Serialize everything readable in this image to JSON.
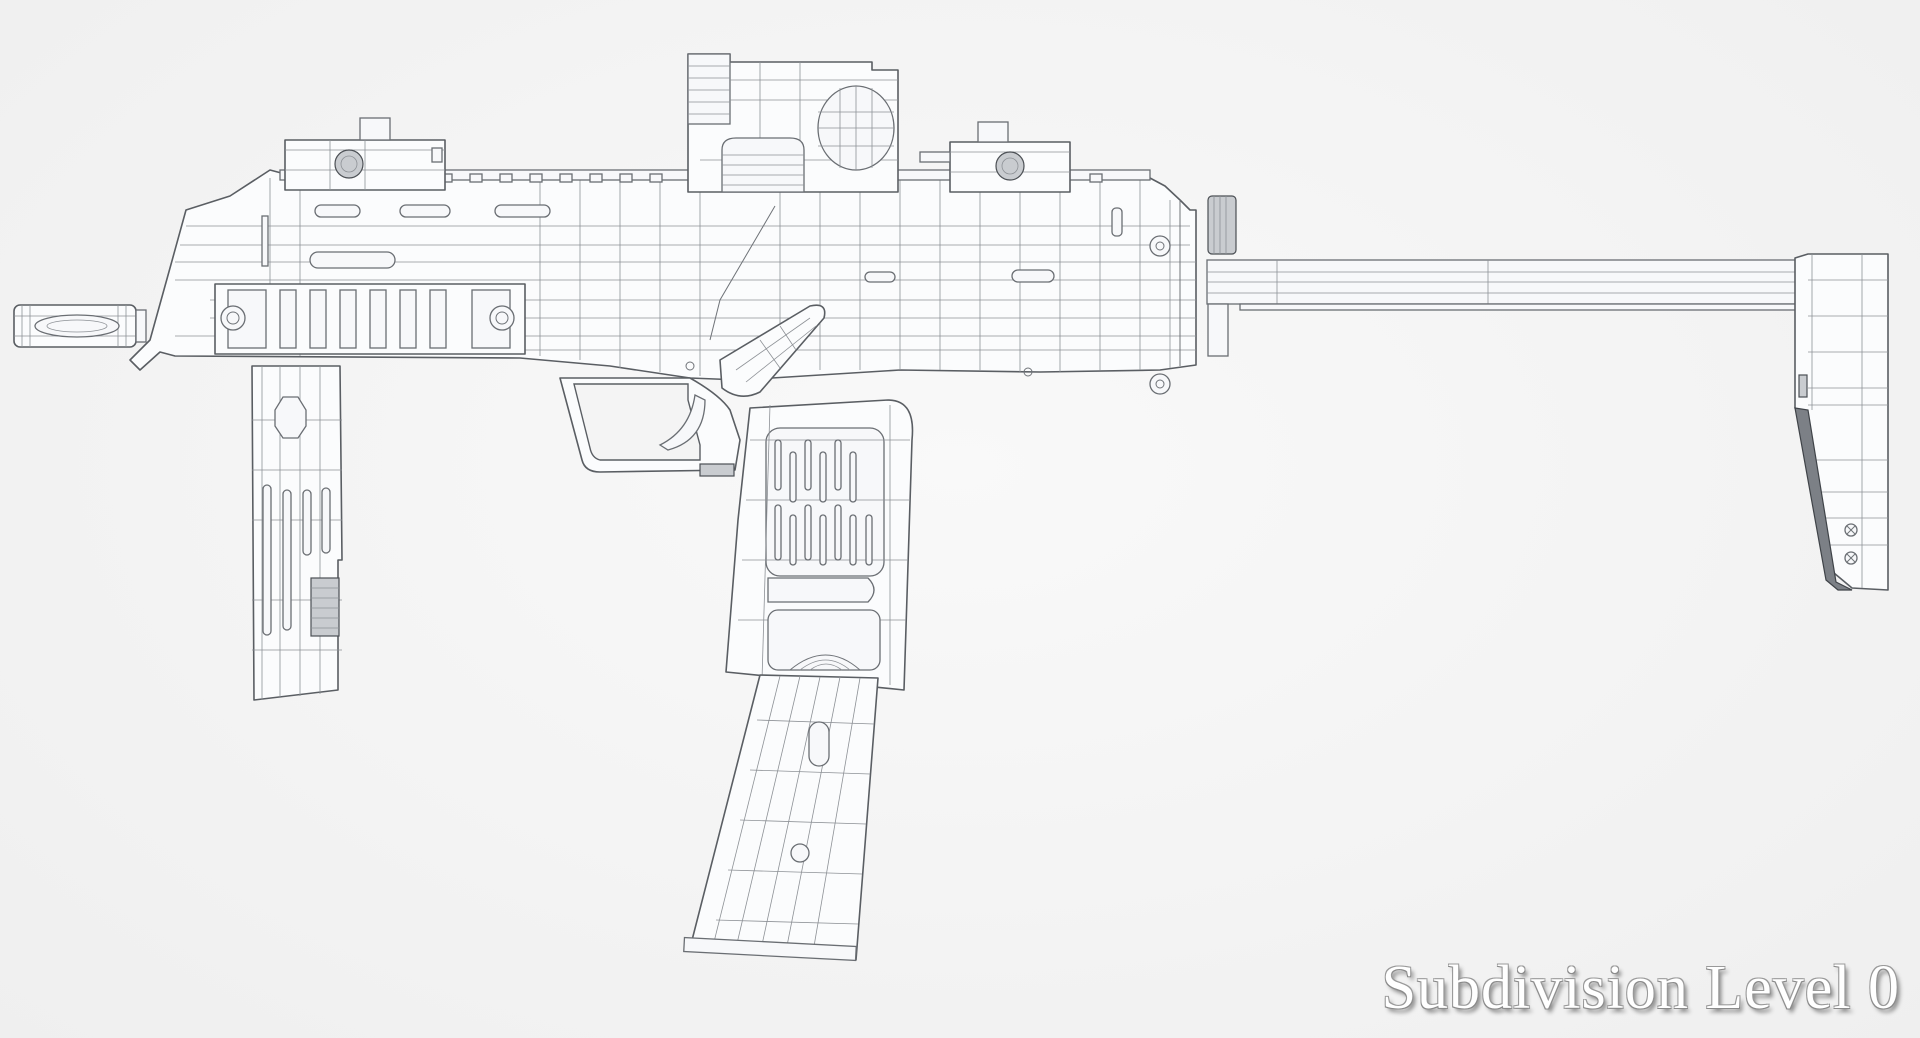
{
  "caption": {
    "text": "Subdivision Level 0"
  },
  "scene": {
    "subject": "submachine-gun-wireframe",
    "view": "left-side",
    "background_color": "#f4f4f4",
    "line_color": "#5a5e63",
    "fill_color": "#fbfcfd"
  }
}
